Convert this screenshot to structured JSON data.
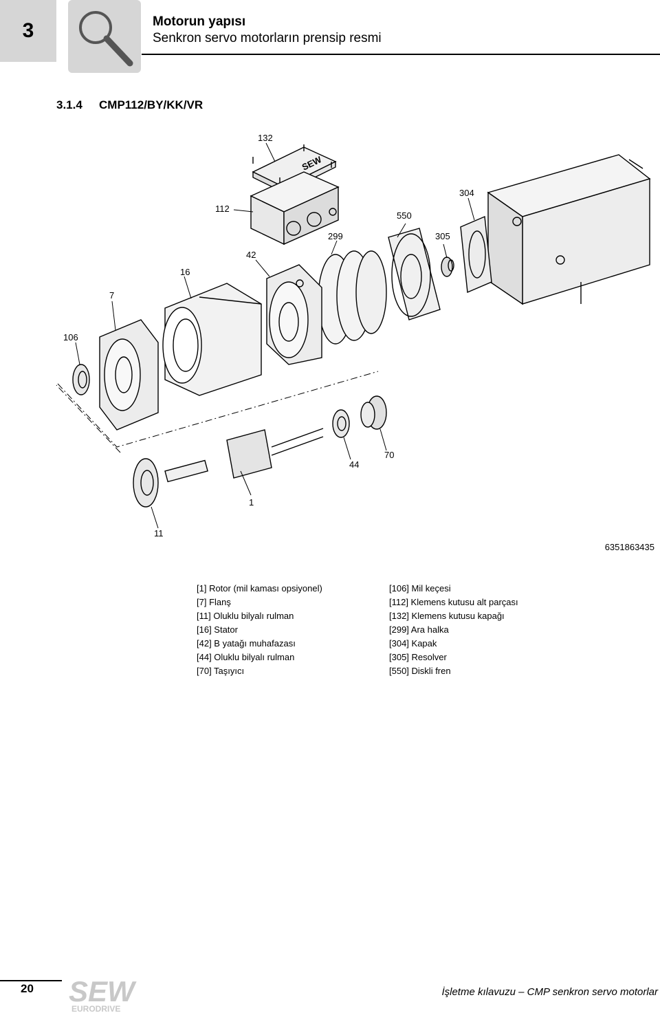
{
  "header": {
    "chapter_number": "3",
    "title": "Motorun yapısı",
    "subtitle": "Senkron servo motorların prensip resmi"
  },
  "section": {
    "number": "3.1.4",
    "title": "CMP112/BY/KK/VR"
  },
  "drawing": {
    "callouts": [
      "132",
      "112",
      "550",
      "304",
      "305",
      "299",
      "42",
      "16",
      "7",
      "106",
      "44",
      "70",
      "1",
      "11"
    ],
    "terminal_box_logo": "SEW",
    "drawing_id": "6351863435"
  },
  "legend": {
    "left": [
      "[1] Rotor (mil kaması opsiyonel)",
      "[7] Flanş",
      "[11] Oluklu bilyalı rulman",
      "[16] Stator",
      "[42] B yatağı muhafazası",
      "[44] Oluklu bilyalı rulman",
      "[70] Taşıyıcı"
    ],
    "right": [
      "[106] Mil keçesi",
      "[112] Klemens kutusu alt parçası",
      "[132] Klemens kutusu kapağı",
      "[299] Ara halka",
      "[304] Kapak",
      "[305] Resolver",
      "[550] Diskli fren"
    ]
  },
  "footer": {
    "page_number": "20",
    "logo_top": "SEW",
    "logo_bottom": "EURODRIVE",
    "document_title": "İşletme kılavuzu – CMP senkron servo motorlar"
  }
}
